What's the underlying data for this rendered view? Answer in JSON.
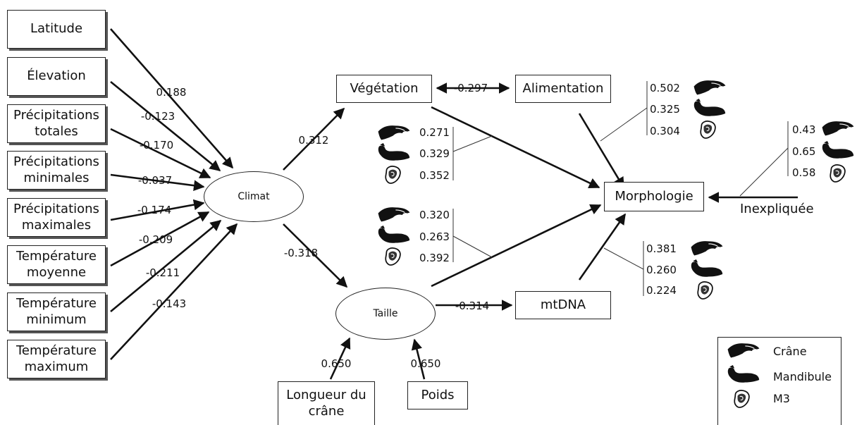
{
  "inputs": [
    {
      "label": "Latitude",
      "coef": "0.188"
    },
    {
      "label": "Élevation",
      "coef": "-0.123"
    },
    {
      "label": "Précipitations\ntotales",
      "coef": "-0.170"
    },
    {
      "label": "Précipitations\nminimales",
      "coef": "-0.037"
    },
    {
      "label": "Précipitations\nmaximales",
      "coef": "-0.174"
    },
    {
      "label": "Température\nmoyenne",
      "coef": "-0.209"
    },
    {
      "label": "Température\nminimum",
      "coef": "-0.211"
    },
    {
      "label": "Température\nmaximum",
      "coef": "-0.143"
    }
  ],
  "nodes": {
    "climat": "Climat",
    "taille": "Taille",
    "vegetation": "Végétation",
    "alimentation": "Alimentation",
    "morphologie": "Morphologie",
    "mtdna": "mtDNA",
    "longueur": "Longueur du\ncrâne",
    "poids": "Poids",
    "inexpliquee": "Inexpliquée"
  },
  "paths": {
    "climat_vegetation": "0.312",
    "climat_taille": "-0.318",
    "vegetation_alimentation": "-0.297",
    "taille_mtdna": "-0.314",
    "longueur_taille": "0.650",
    "poids_taille": "0.650"
  },
  "effects": {
    "vegetation": [
      "0.271",
      "0.329",
      "0.352"
    ],
    "taille": [
      "0.320",
      "0.263",
      "0.392"
    ],
    "alimentation": [
      "0.502",
      "0.325",
      "0.304"
    ],
    "mtdna": [
      "0.381",
      "0.260",
      "0.224"
    ],
    "inexpliquee": [
      "0.43",
      "0.65",
      "0.58"
    ]
  },
  "legend": [
    "Crâne",
    "Mandibule",
    "M3"
  ]
}
